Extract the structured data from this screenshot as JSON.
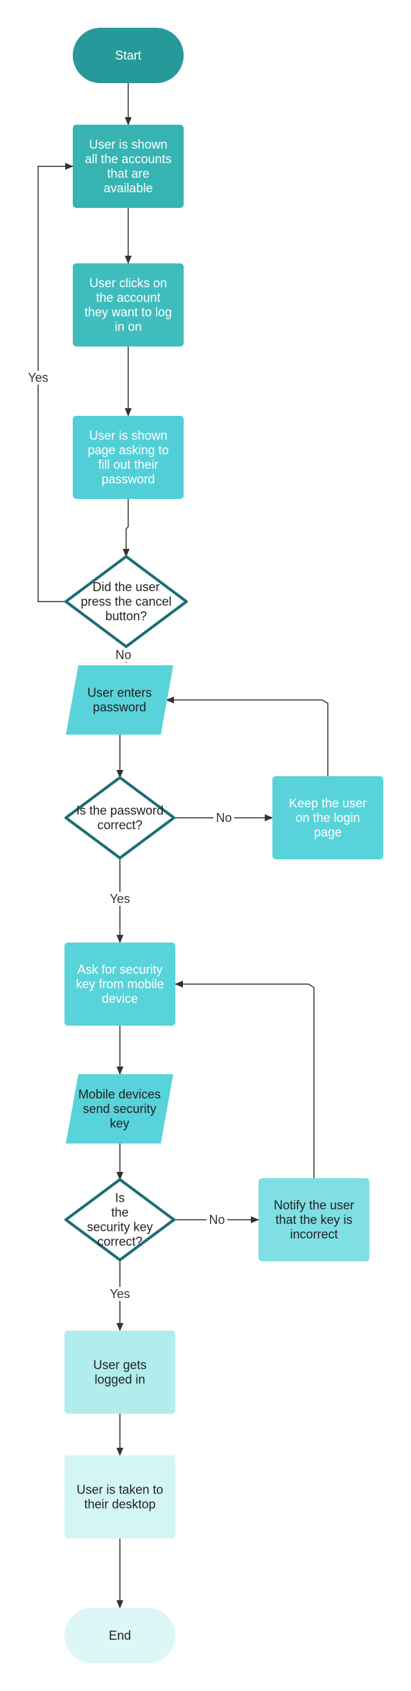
{
  "colors": {
    "start": "#27999a",
    "teal_1": "#36b3b3",
    "teal_2": "#3fbcbe",
    "teal_3": "#52cfd6",
    "cyan_4": "#59d3da",
    "cyan_5": "#7fdfe3",
    "cyan_6": "#b2eded",
    "cyan_7": "#d4f5f5",
    "end": "#ddf6f6",
    "decision_stroke": "#1a6e73",
    "arrow": "#333333",
    "text_light": "#ffffff",
    "text_dark": "#222222"
  },
  "nodes": {
    "start": {
      "lines": [
        "Start"
      ]
    },
    "show_accounts": {
      "lines": [
        "User is shown",
        "all the accounts",
        "that are",
        "available"
      ]
    },
    "click_account": {
      "lines": [
        "User clicks on",
        "the account",
        "they want to log",
        "in on"
      ]
    },
    "ask_password": {
      "lines": [
        "User is shown",
        "page asking to",
        "fill out their",
        "password"
      ]
    },
    "cancel_decision": {
      "lines": [
        "Did the user",
        "press the cancel",
        "button?"
      ]
    },
    "enter_password": {
      "lines": [
        "User enters",
        "password"
      ]
    },
    "password_decision": {
      "lines": [
        "Is the password",
        "correct?"
      ]
    },
    "keep_login": {
      "lines": [
        "Keep the user",
        "on the login",
        "page"
      ]
    },
    "ask_key": {
      "lines": [
        "Ask for security",
        "key from mobile",
        "device"
      ]
    },
    "send_key": {
      "lines": [
        "Mobile devices",
        "send security",
        "key"
      ]
    },
    "key_decision": {
      "lines": [
        "Is",
        "the",
        "security key",
        "correct?"
      ]
    },
    "notify_incorrect": {
      "lines": [
        "Notify the user",
        "that the key is",
        "incorrect"
      ]
    },
    "logged_in": {
      "lines": [
        "User gets",
        "logged in"
      ]
    },
    "desktop": {
      "lines": [
        "User is taken to",
        "their desktop"
      ]
    },
    "end": {
      "lines": [
        "End"
      ]
    }
  },
  "edge_labels": {
    "cancel_yes": "Yes",
    "cancel_no": "No",
    "password_no": "No",
    "password_yes": "Yes",
    "key_no": "No",
    "key_yes": "Yes"
  }
}
